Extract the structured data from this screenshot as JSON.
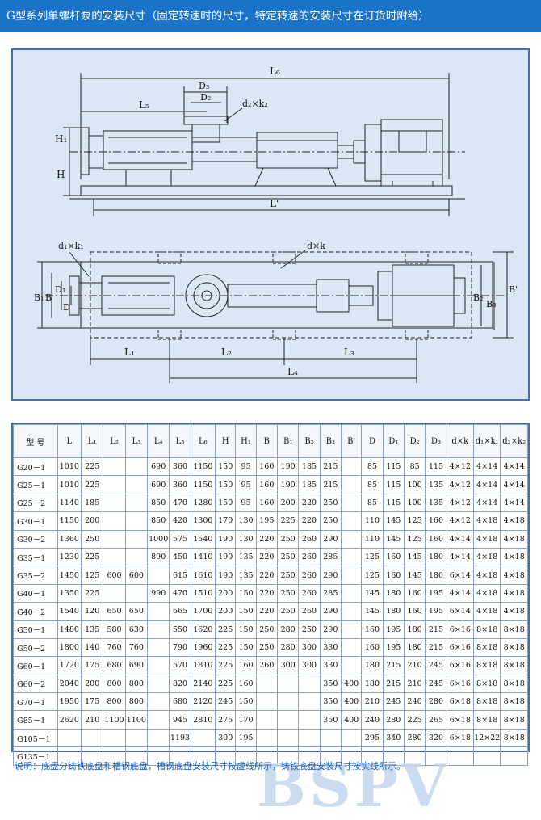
{
  "title": "G型系列单螺杆泵的安装尺寸（固定转速时的尺寸，特定转速的安装尺寸在订货时附给）",
  "drawing_labels": {
    "L6": "L₆",
    "D3": "D₃",
    "D2": "D₂",
    "L5": "L₅",
    "d2k2": "d₂×k₂",
    "H1": "H₁",
    "H": "H",
    "L_prime": "L'",
    "d1k1": "d₁×k₁",
    "dk": "d×k",
    "B1": "B₁",
    "B": "B",
    "D1": "D₁",
    "D": "D",
    "B2": "B₂",
    "B3": "B₃",
    "B_prime": "B'",
    "L1": "L₁",
    "L2": "L₂",
    "L3": "L₃",
    "L4": "L₄"
  },
  "table": {
    "headers": [
      "型 号",
      "L",
      "L₁",
      "L₂",
      "L₃",
      "L₄",
      "L₅",
      "L₆",
      "H",
      "H₁",
      "B",
      "B₁",
      "B₂",
      "B₃",
      "B'",
      "D",
      "D₁",
      "D₂",
      "D₃",
      "d×k",
      "d₁×k₁",
      "d₂×k₂"
    ],
    "rows": [
      [
        "G20－1",
        "1010",
        "225",
        "",
        "",
        "690",
        "360",
        "1150",
        "150",
        "95",
        "160",
        "190",
        "185",
        "215",
        "",
        "85",
        "115",
        "85",
        "115",
        "4×12",
        "4×14",
        "4×14"
      ],
      [
        "G25－1",
        "1010",
        "225",
        "",
        "",
        "690",
        "360",
        "1150",
        "150",
        "95",
        "160",
        "190",
        "185",
        "215",
        "",
        "85",
        "115",
        "100",
        "135",
        "4×12",
        "4×14",
        "4×14"
      ],
      [
        "G25－2",
        "1140",
        "185",
        "",
        "",
        "850",
        "470",
        "1280",
        "150",
        "95",
        "160",
        "200",
        "220",
        "250",
        "",
        "85",
        "115",
        "100",
        "135",
        "4×12",
        "4×14",
        "4×14"
      ],
      [
        "G30－1",
        "1150",
        "200",
        "",
        "",
        "850",
        "420",
        "1300",
        "170",
        "130",
        "195",
        "225",
        "220",
        "250",
        "",
        "110",
        "145",
        "125",
        "160",
        "4×12",
        "4×18",
        "4×18"
      ],
      [
        "G30－2",
        "1360",
        "250",
        "",
        "",
        "1000",
        "575",
        "1540",
        "190",
        "130",
        "220",
        "250",
        "260",
        "290",
        "",
        "110",
        "145",
        "125",
        "160",
        "4×14",
        "4×18",
        "4×18"
      ],
      [
        "G35－1",
        "1230",
        "225",
        "",
        "",
        "890",
        "450",
        "1410",
        "190",
        "135",
        "220",
        "250",
        "260",
        "285",
        "",
        "125",
        "160",
        "145",
        "180",
        "4×14",
        "4×18",
        "4×18"
      ],
      [
        "G35－2",
        "1450",
        "125",
        "600",
        "600",
        "",
        "615",
        "1610",
        "190",
        "135",
        "220",
        "250",
        "260",
        "290",
        "",
        "125",
        "160",
        "145",
        "180",
        "6×14",
        "4×18",
        "4×18"
      ],
      [
        "G40－1",
        "1350",
        "225",
        "",
        "",
        "990",
        "470",
        "1510",
        "200",
        "150",
        "220",
        "250",
        "260",
        "285",
        "",
        "145",
        "180",
        "160",
        "195",
        "4×14",
        "4×18",
        "4×18"
      ],
      [
        "G40－2",
        "1540",
        "120",
        "650",
        "650",
        "",
        "665",
        "1700",
        "200",
        "150",
        "220",
        "250",
        "260",
        "290",
        "",
        "145",
        "180",
        "160",
        "195",
        "6×14",
        "4×18",
        "4×18"
      ],
      [
        "G50－1",
        "1480",
        "135",
        "580",
        "630",
        "",
        "550",
        "1620",
        "225",
        "150",
        "250",
        "280",
        "250",
        "290",
        "",
        "160",
        "195",
        "180",
        "215",
        "6×16",
        "8×18",
        "8×18"
      ],
      [
        "G50－2",
        "1800",
        "140",
        "760",
        "760",
        "",
        "790",
        "1960",
        "225",
        "150",
        "250",
        "280",
        "300",
        "330",
        "",
        "160",
        "195",
        "180",
        "215",
        "6×16",
        "8×18",
        "8×18"
      ],
      [
        "G60－1",
        "1720",
        "175",
        "680",
        "690",
        "",
        "570",
        "1810",
        "225",
        "160",
        "260",
        "300",
        "300",
        "330",
        "",
        "180",
        "215",
        "210",
        "245",
        "6×16",
        "8×18",
        "8×18"
      ],
      [
        "G60－2",
        "2040",
        "200",
        "800",
        "800",
        "",
        "820",
        "2140",
        "225",
        "160",
        "",
        "",
        "",
        "350",
        "400",
        "180",
        "215",
        "210",
        "245",
        "6×16",
        "8×18",
        "8×18"
      ],
      [
        "G70－1",
        "1950",
        "175",
        "800",
        "800",
        "",
        "680",
        "2120",
        "245",
        "150",
        "",
        "",
        "",
        "350",
        "400",
        "210",
        "245",
        "240",
        "280",
        "6×18",
        "8×18",
        "8×18"
      ],
      [
        "G85－1",
        "2620",
        "210",
        "1100",
        "1100",
        "",
        "945",
        "2810",
        "275",
        "170",
        "",
        "",
        "",
        "350",
        "400",
        "240",
        "280",
        "225",
        "265",
        "6×18",
        "8×18",
        "8×18"
      ],
      [
        "G105－1",
        "",
        "",
        "",
        "",
        "",
        "1193",
        "",
        "300",
        "195",
        "",
        "",
        "",
        "",
        "",
        "295",
        "340",
        "280",
        "320",
        "6×18",
        "12×22",
        "8×18"
      ],
      [
        "G135－1",
        "",
        "",
        "",
        "",
        "",
        "",
        "",
        "",
        "",
        "",
        "",
        "",
        "",
        "",
        "",
        "",
        "",
        "",
        "",
        "",
        ""
      ]
    ]
  },
  "note": "说明：底盘分铸铁底盘和槽钢底盘，槽钢底盘安装尺寸按虚线所示，铸铁底盘安装尺寸按实线所示。",
  "watermark": "BSPV",
  "colors": {
    "title_bg": "#1a73c9",
    "drawing_bg": "#dbe7f5",
    "border": "#4a6fa5",
    "note": "#1a5fb0"
  }
}
